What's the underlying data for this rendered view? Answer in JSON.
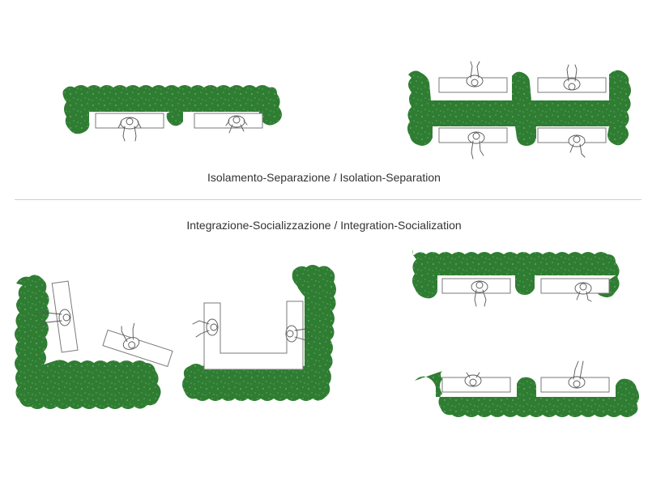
{
  "captions": {
    "top": "Isolamento-Separazione / Isolation-Separation",
    "bottom": "Integrazione-Socializzazione / Integration-Socialization"
  },
  "colors": {
    "hedge": "#2f7d32",
    "hedge_dark": "#256b28",
    "hedge_light": "#4c9a4f",
    "bench_stroke": "#7a7a7a",
    "divider": "#cfcfcf",
    "text": "#333333"
  },
  "icons": [
    "hedge-shrub",
    "bench-plan",
    "seated-person-plan"
  ]
}
